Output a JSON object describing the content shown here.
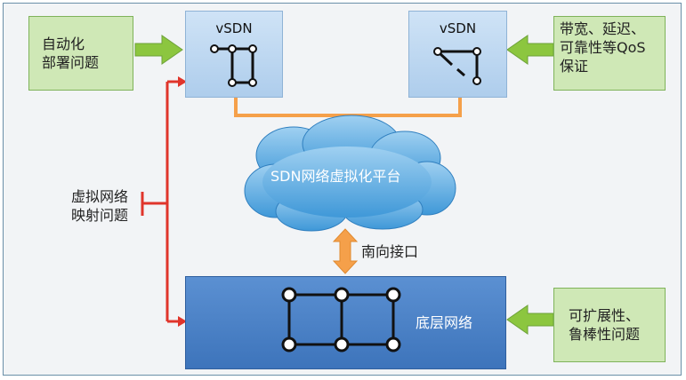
{
  "vsdn_left": {
    "title": "vSDN"
  },
  "vsdn_right": {
    "title": "vSDN"
  },
  "left_top_note": {
    "line1": "自动化",
    "line2": "部署问题"
  },
  "right_top_note": {
    "line1": "带宽、延迟、",
    "line2": "可靠性等QoS",
    "line3": "保证"
  },
  "cloud": {
    "label": "SDN网络虚拟化平台"
  },
  "mapping_note": {
    "line1": "虚拟网络",
    "line2": "映射问题"
  },
  "southbound": {
    "label": "南向接口"
  },
  "substrate": {
    "label": "底层网络"
  },
  "bottom_note": {
    "line1": "可扩展性、",
    "line2": "鲁棒性问题"
  },
  "colors": {
    "orange": "#f5a04a",
    "red": "#e0352b",
    "green_arrow": "#8cc63f",
    "substrate_blue": "#4a7fc4"
  }
}
